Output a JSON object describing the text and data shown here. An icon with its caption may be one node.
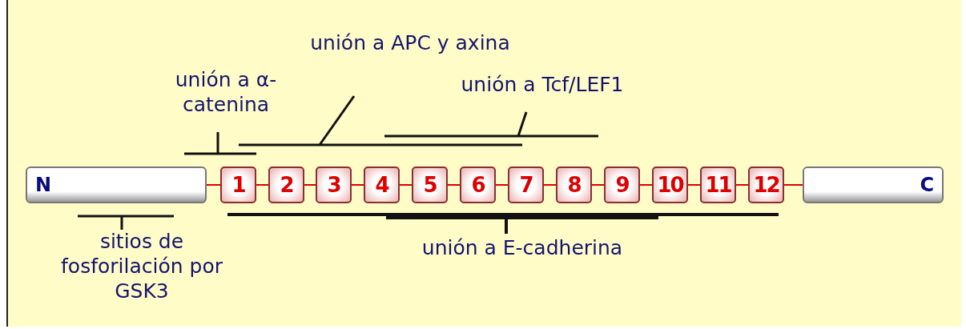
{
  "diagram": {
    "nodes": [
      {
        "text": [
          "N"
        ]
      },
      {
        "text": [
          "1"
        ]
      },
      {
        "text": [
          "2"
        ]
      },
      {
        "text": [
          "3"
        ]
      },
      {
        "text": [
          "4"
        ]
      },
      {
        "text": [
          "5"
        ]
      },
      {
        "text": [
          "6"
        ]
      },
      {
        "text": [
          "7"
        ]
      },
      {
        "text": [
          "8"
        ]
      },
      {
        "text": [
          "9"
        ]
      },
      {
        "text": [
          "10"
        ]
      },
      {
        "text": [
          "11"
        ]
      },
      {
        "text": [
          "12"
        ]
      },
      {
        "text": [
          "C"
        ]
      }
    ],
    "edges": [
      {
        "from": 0,
        "to": 1,
        "arrow": "none"
      },
      {
        "from": 1,
        "to": 2,
        "arrow": "none"
      },
      {
        "from": 2,
        "to": 3,
        "arrow": "none"
      },
      {
        "from": 3,
        "to": 4,
        "arrow": "none"
      },
      {
        "from": 4,
        "to": 5,
        "arrow": "none"
      },
      {
        "from": 5,
        "to": 6,
        "arrow": "none"
      },
      {
        "from": 6,
        "to": 7,
        "arrow": "none"
      },
      {
        "from": 7,
        "to": 8,
        "arrow": "none"
      },
      {
        "from": 8,
        "to": 9,
        "arrow": "none"
      },
      {
        "from": 9,
        "to": 10,
        "arrow": "none"
      },
      {
        "from": 10,
        "to": 11,
        "arrow": "none"
      },
      {
        "from": 11,
        "to": 12,
        "arrow": "none"
      },
      {
        "from": 12,
        "to": 13,
        "arrow": "none"
      }
    ],
    "labels": [
      "unión a APC y axina",
      "unión a α-catenina",
      "unión a Tcf/LEF1",
      "sitios de fosforilación por GSK3",
      "unión a E-cadherina"
    ]
  }
}
